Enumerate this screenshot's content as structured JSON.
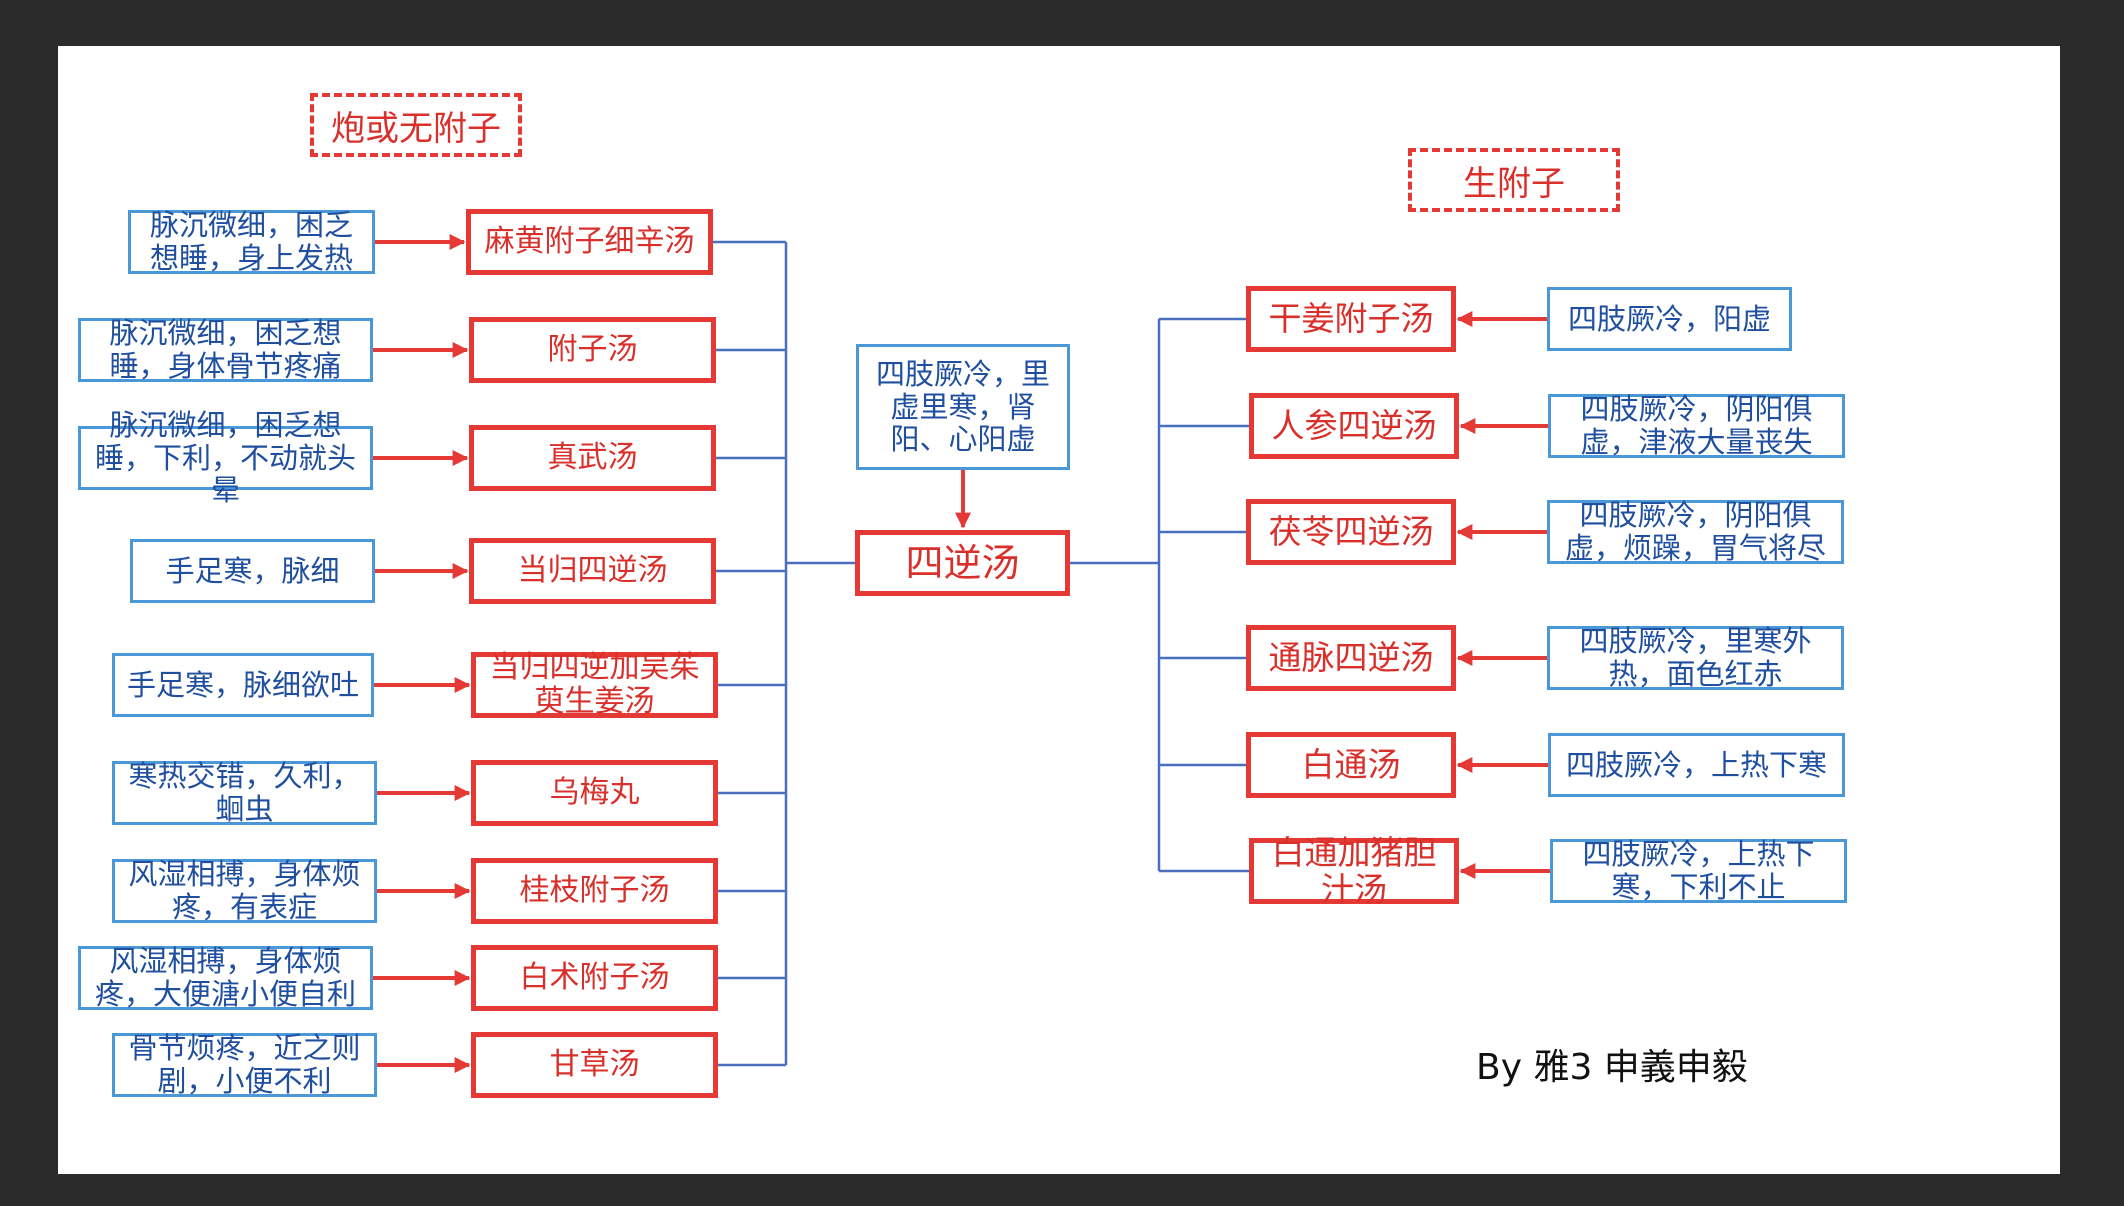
{
  "labels": {
    "left_group": "炮或无附子",
    "right_group": "生附子",
    "signature": "By 雅3 申義申毅"
  },
  "center": {
    "remedy": "四逆汤",
    "symptom": "四肢厥冷，里虚里寒，肾阳、心阳虚"
  },
  "left": [
    {
      "symptom": "脉沉微细，困乏想睡，身上发热",
      "remedy": "麻黄附子细辛汤"
    },
    {
      "symptom": "脉沉微细，困乏想睡，身体骨节疼痛",
      "remedy": "附子汤"
    },
    {
      "symptom": "脉沉微细，困乏想睡，下利，不动就头晕",
      "remedy": "真武汤"
    },
    {
      "symptom": "手足寒，脉细",
      "remedy": "当归四逆汤"
    },
    {
      "symptom": "手足寒，脉细欲吐",
      "remedy": "当归四逆加吴茱萸生姜汤"
    },
    {
      "symptom": "寒热交错，久利，蛔虫",
      "remedy": "乌梅丸"
    },
    {
      "symptom": "风湿相搏，身体烦疼，有表症",
      "remedy": "桂枝附子汤"
    },
    {
      "symptom": "风湿相搏，身体烦疼，大便溏小便自利",
      "remedy": "白术附子汤"
    },
    {
      "symptom": "骨节烦疼，近之则剧，小便不利",
      "remedy": "甘草汤"
    }
  ],
  "right": [
    {
      "remedy": "干姜附子汤",
      "symptom": "四肢厥冷，阳虚"
    },
    {
      "remedy": "人参四逆汤",
      "symptom": "四肢厥冷，阴阳俱虚，津液大量丧失"
    },
    {
      "remedy": "茯苓四逆汤",
      "symptom": "四肢厥冷，阴阳俱虚，烦躁，胃气将尽"
    },
    {
      "remedy": "通脉四逆汤",
      "symptom": "四肢厥冷，里寒外热，面色红赤"
    },
    {
      "remedy": "白通汤",
      "symptom": "四肢厥冷，上热下寒"
    },
    {
      "remedy": "白通加猪胆汁汤",
      "symptom": "四肢厥冷，上热下寒，下利不止"
    }
  ],
  "colors": {
    "remedy": "#e53935",
    "symptom_border": "#4a98d8",
    "symptom_text": "#1f4f9e",
    "connector": "#4a6fbf",
    "arrow": "#e53935"
  }
}
